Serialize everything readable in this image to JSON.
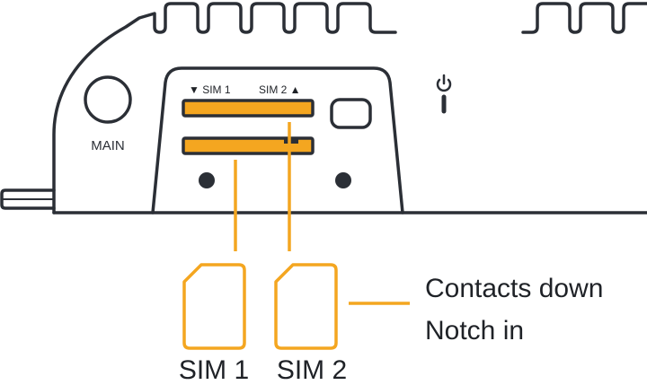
{
  "device": {
    "main_label": "MAIN",
    "slot_label_sim1": "▼ SIM 1",
    "slot_label_sim2": "SIM 2 ▲",
    "power_icon": "power-icon"
  },
  "cards": {
    "sim1_label": "SIM 1",
    "sim2_label": "SIM 2"
  },
  "instructions": {
    "line1": "Contacts down",
    "line2": "Notch in"
  },
  "colors": {
    "accent": "#f4a620",
    "outline": "#2b2f36",
    "text": "#1f2227"
  }
}
